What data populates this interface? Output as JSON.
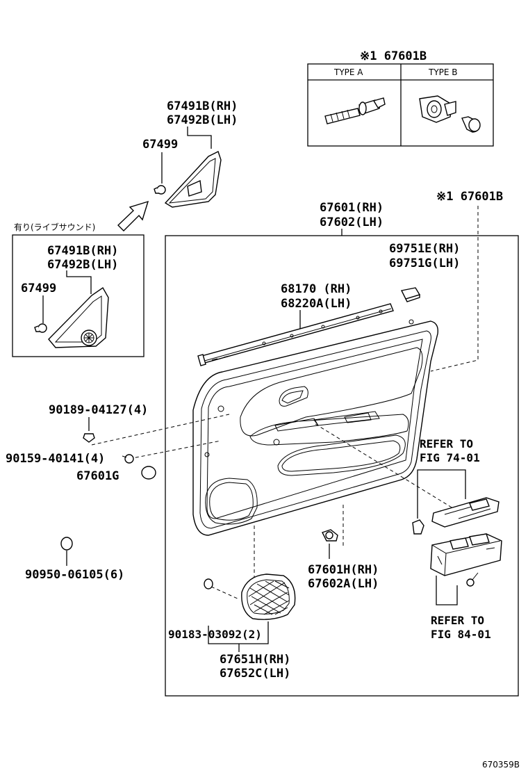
{
  "header_ref": "※1 67601B",
  "type_table": {
    "type_a": "TYPE A",
    "type_b": "TYPE B"
  },
  "side_ref": "※1 67601B",
  "inset_caption": "有り(ライブサウンド)",
  "labels": {
    "trim_rh": "67491B(RH)",
    "trim_lh": "67492B(LH)",
    "clip_67499": "67499",
    "inset_trim_rh": "67491B(RH)",
    "inset_trim_lh": "67492B(LH)",
    "inset_clip": "67499",
    "panel_rh": "67601(RH)",
    "panel_lh": "67602(LH)",
    "cover_rh": "69751E(RH)",
    "cover_lh": "69751G(LH)",
    "weatherstrip_rh": "68170  (RH)",
    "weatherstrip_lh": "68220A(LH)",
    "screw_90189": "90189-04127(4)",
    "screw_90159": "90159-40141(4)",
    "clip_67601g": "67601G",
    "plug_90950": "90950-06105(6)",
    "refer_74_a": "REFER TO",
    "refer_74_b": "FIG 74-01",
    "bracket_rh": "67601H(RH)",
    "bracket_lh": "67602A(LH)",
    "refer_84_a": "REFER TO",
    "refer_84_b": "FIG 84-01",
    "clip_90183": "90183-03092(2)",
    "grille_rh": "67651H(RH)",
    "grille_lh": "67652C(LH)"
  },
  "footer_code": "670359B"
}
